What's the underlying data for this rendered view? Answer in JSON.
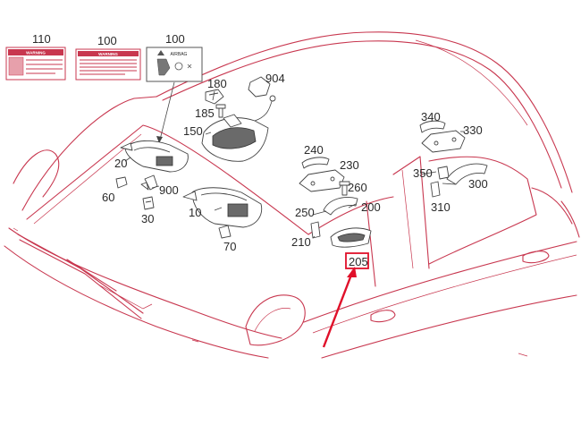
{
  "diagram": {
    "callouts": {
      "p110": "110",
      "p100a": "100",
      "p100b": "100",
      "p180": "180",
      "p904": "904",
      "p185": "185",
      "p150": "150",
      "p340": "340",
      "p330": "330",
      "p240": "240",
      "p230": "230",
      "p20": "20",
      "p900": "900",
      "p60": "60",
      "p350": "350",
      "p300": "300",
      "p260": "260",
      "p310": "310",
      "p10": "10",
      "p200": "200",
      "p250": "250",
      "p30": "30",
      "p210": "210",
      "p70": "70",
      "p205": "205"
    },
    "labels": {
      "warning_heading": "WARNING",
      "airbag_heading": "AIRBAG"
    },
    "colors": {
      "car_outline": "#c8374f",
      "highlight": "#e0102a",
      "part_stroke": "#444444"
    }
  }
}
